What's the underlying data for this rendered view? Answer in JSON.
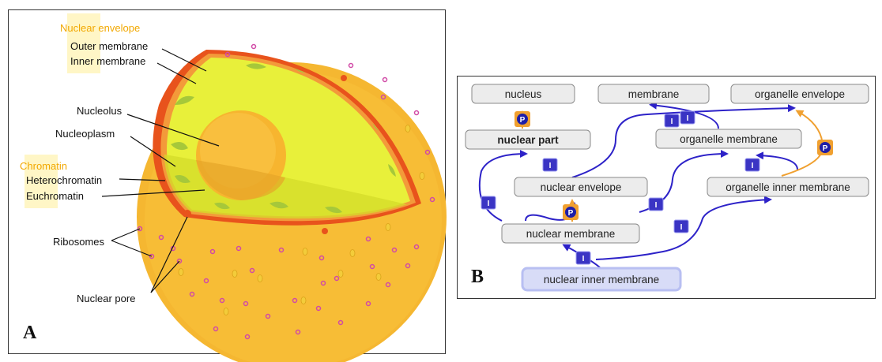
{
  "panel_a": {
    "letter": "A",
    "labels": {
      "nuclear_envelope": "Nuclear envelope",
      "outer_membrane": "Outer membrane",
      "inner_membrane": "Inner membrane",
      "nucleolus": "Nucleolus",
      "nucleoplasm": "Nucleoplasm",
      "chromatin": "Chromatin",
      "heterochromatin": "Heterochromatin",
      "euchromatin": "Euchromatin",
      "ribosomes": "Ribosomes",
      "nuclear_pore": "Nuclear pore"
    },
    "colors": {
      "header": "#f2a800",
      "highlight": "#fff6c6",
      "cytoplasm": "#f5b731",
      "membrane": "#e8531c",
      "nucleoplasm": "#e8f03a",
      "nucleolus": "#f7b52f"
    }
  },
  "panel_b": {
    "letter": "B",
    "nodes": {
      "nucleus": "nucleus",
      "membrane": "membrane",
      "organelle_envelope": "organelle envelope",
      "nuclear_part": "nuclear part",
      "organelle_membrane": "organelle membrane",
      "nuclear_envelope": "nuclear envelope",
      "organelle_inner_membrane": "organelle inner membrane",
      "nuclear_membrane": "nuclear membrane",
      "nuclear_inner_membrane": "nuclear inner membrane"
    },
    "badges": {
      "is_a": "I",
      "part_of": "P"
    },
    "colors": {
      "is_a": "#2d22c8",
      "part_of": "#f0a030",
      "node_fill": "#ececec",
      "node_stroke": "#8a8a8a",
      "highlight": "#b8bff2"
    }
  }
}
